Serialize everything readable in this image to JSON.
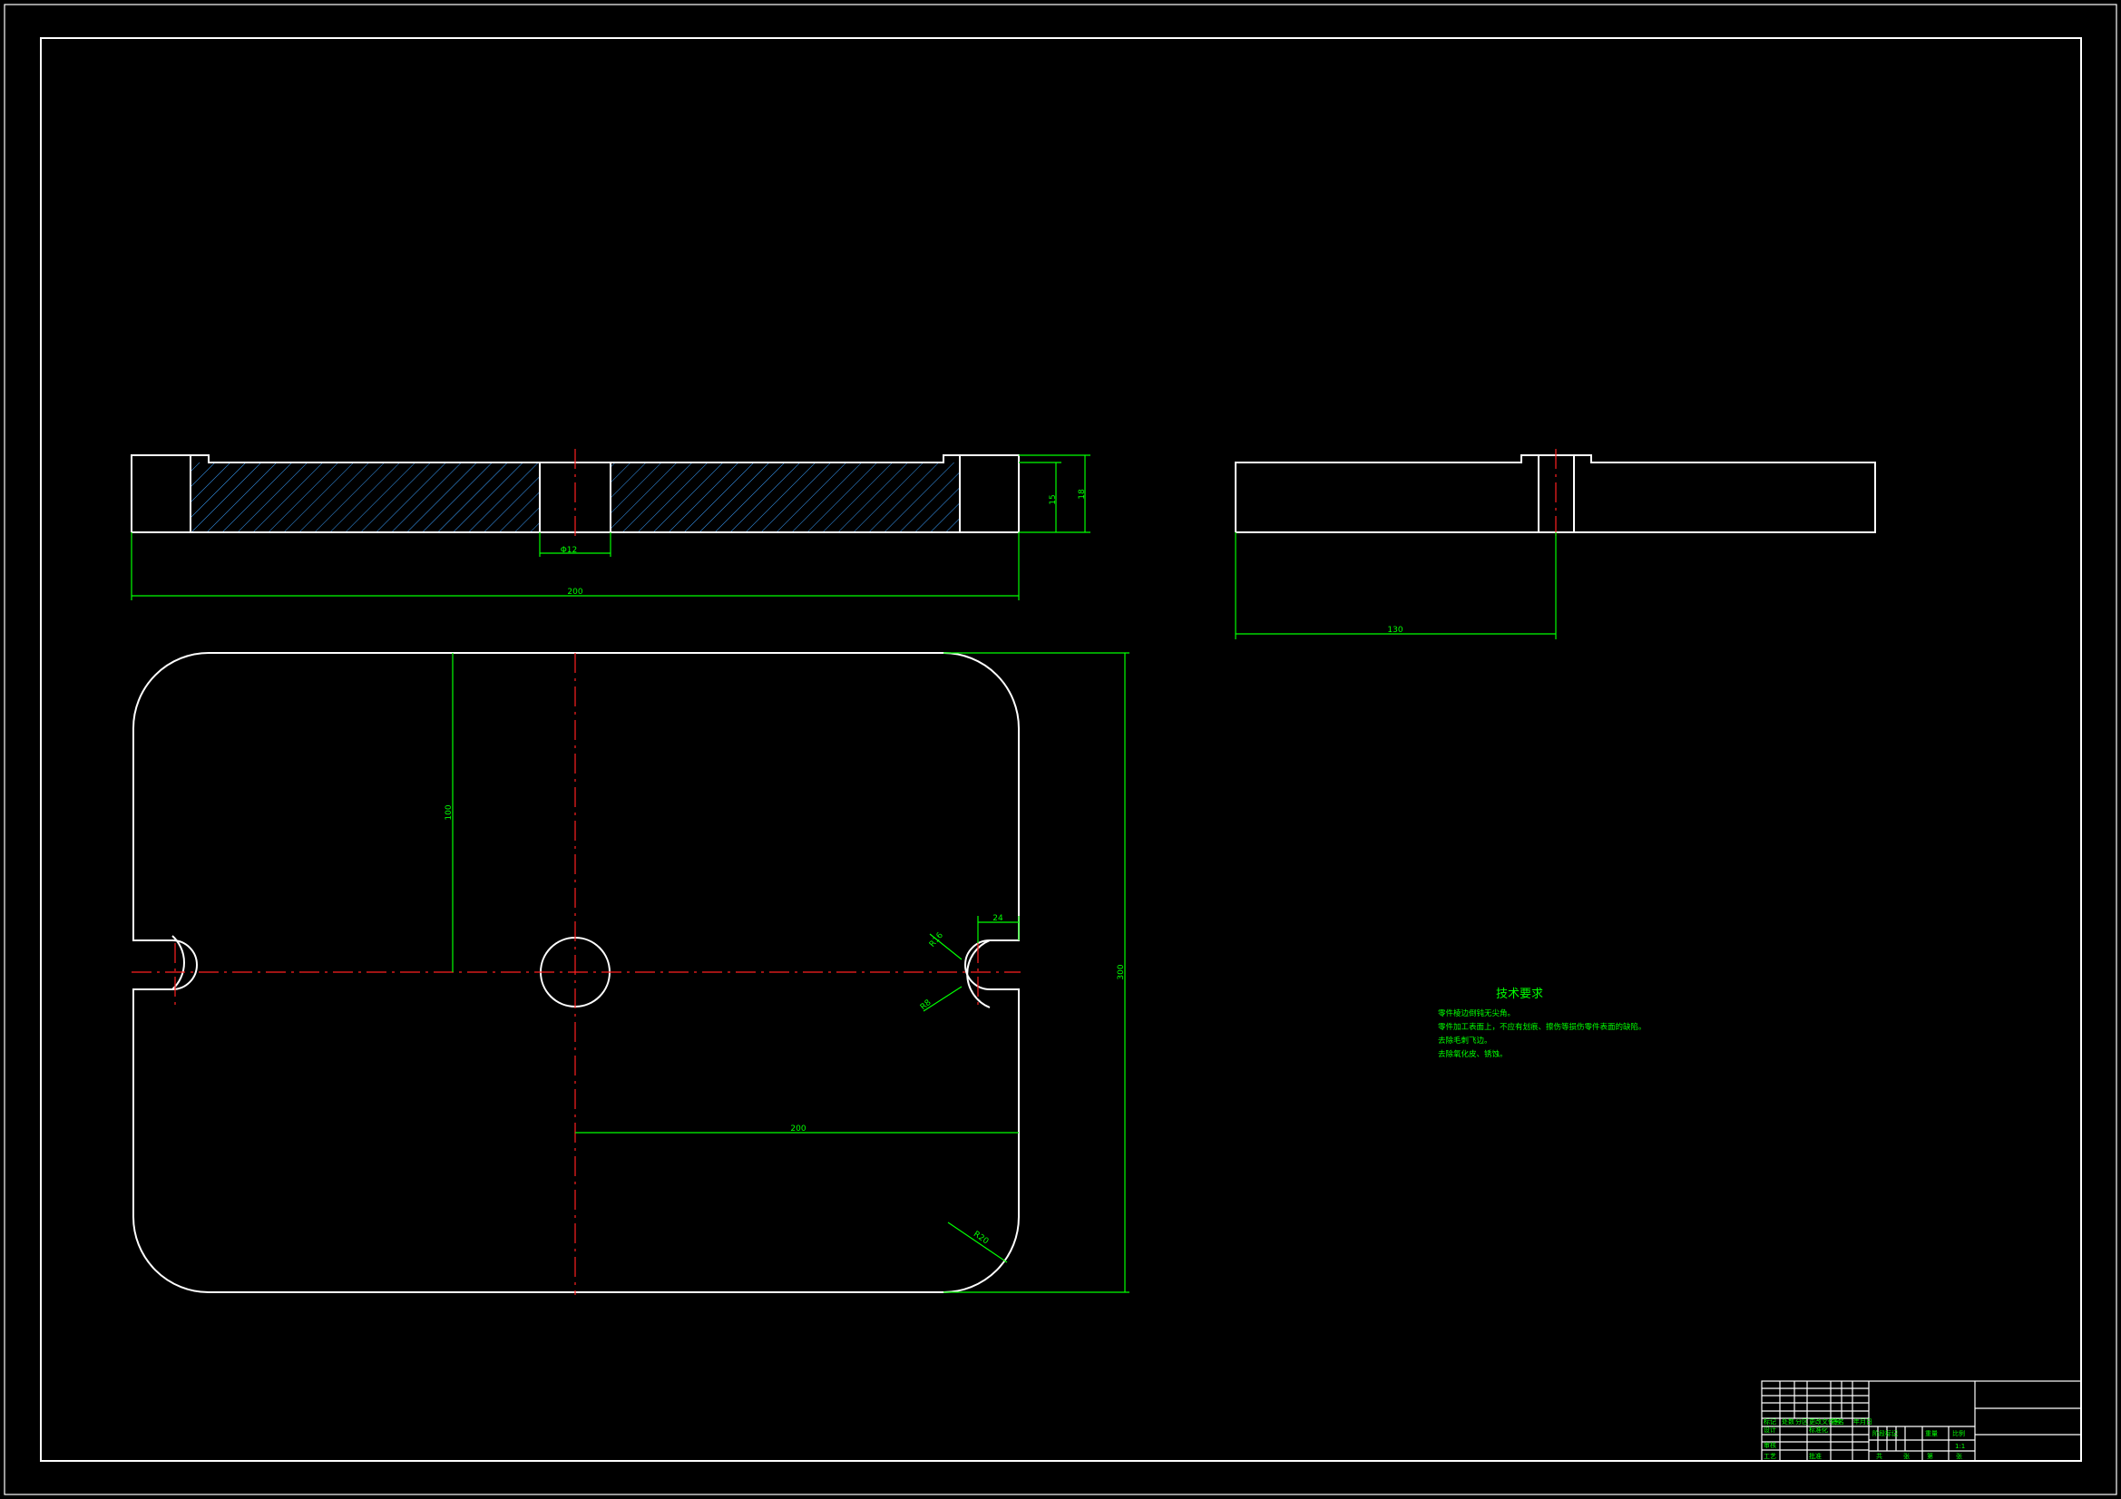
{
  "dimensions": {
    "bore_diameter": "Φ12",
    "overall_length_front": "200",
    "thickness_small": "15",
    "thickness_total": "18",
    "side_length": "130",
    "half_width_v": "100",
    "overall_height": "300",
    "half_length_h": "200",
    "slot_width": "24",
    "slot_radius_top": "R16",
    "slot_radius_bottom": "R8",
    "corner_radius": "R20"
  },
  "technical_requirements": {
    "title": "技术要求",
    "lines": [
      "零件棱边倒钝无尖角。",
      "零件加工表面上，不应有划痕、擦伤等损伤零件表面的缺陷。",
      "去除毛刺飞边。",
      "去除氧化皮、锈蚀。"
    ]
  },
  "title_block": {
    "labels": [
      "标记",
      "处数",
      "分区",
      "更改文件号",
      "签名",
      "年月日",
      "设计",
      "标准化",
      "阶段标记",
      "重量",
      "比例",
      "审核",
      "工艺",
      "批准",
      "共",
      "张",
      "第",
      "张"
    ],
    "scale": "1:1"
  },
  "colors": {
    "background": "#000000",
    "outline": "#ffffff",
    "dimension": "#00ff00",
    "centerline": "#ff2020",
    "hatch": "#3aa0ff"
  }
}
